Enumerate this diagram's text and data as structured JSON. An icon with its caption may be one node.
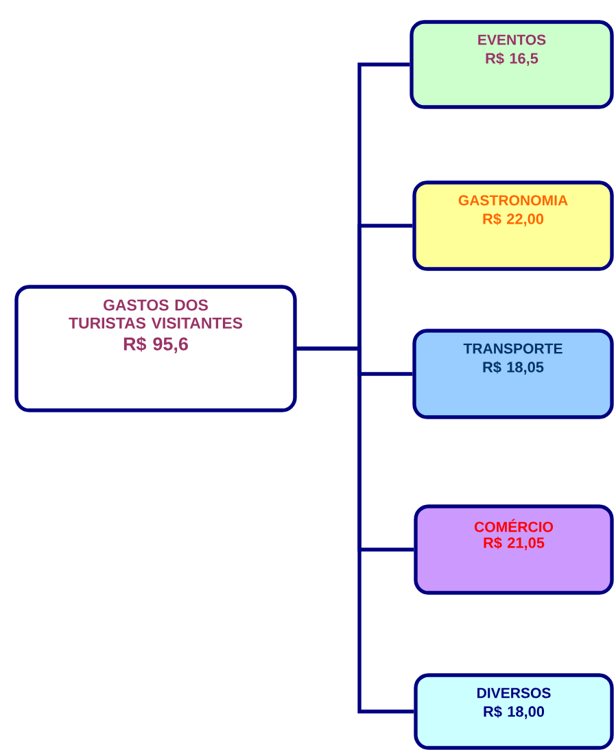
{
  "diagram": {
    "nodes": [
      {
        "text": [
          "GASTOS DOS TURISTAS VISITANTES",
          "R$ 95,6"
        ]
      },
      {
        "text": [
          "EVENTOS",
          "R$ 16,5"
        ]
      },
      {
        "text": [
          "GASTRONOMIA",
          "R$ 22,00"
        ]
      },
      {
        "text": [
          "TRANSPORTE",
          "R$ 18,05"
        ]
      },
      {
        "text": [
          "COMÉRCIO",
          "R$ 21,05"
        ]
      },
      {
        "text": [
          "DIVERSOS",
          "R$ 18,00"
        ]
      }
    ],
    "edges": [
      {
        "from": 0,
        "to": 1,
        "arrow": "none"
      },
      {
        "from": 0,
        "to": 2,
        "arrow": "none"
      },
      {
        "from": 0,
        "to": 3,
        "arrow": "none"
      },
      {
        "from": 0,
        "to": 4,
        "arrow": "none"
      },
      {
        "from": 0,
        "to": 5,
        "arrow": "none"
      }
    ]
  }
}
